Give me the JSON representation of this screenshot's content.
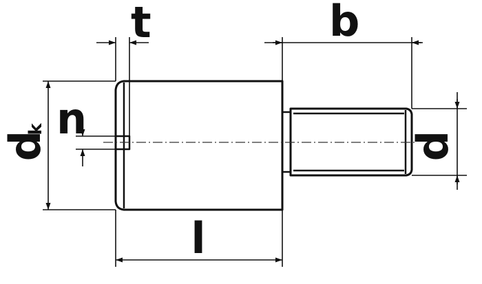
{
  "labels": {
    "t": "t",
    "b": "b",
    "n": "n",
    "d": "d",
    "dk_main": "d",
    "dk_sub": "k",
    "l": "l"
  },
  "colors": {
    "ink": "#111111",
    "paper": "#ffffff"
  }
}
